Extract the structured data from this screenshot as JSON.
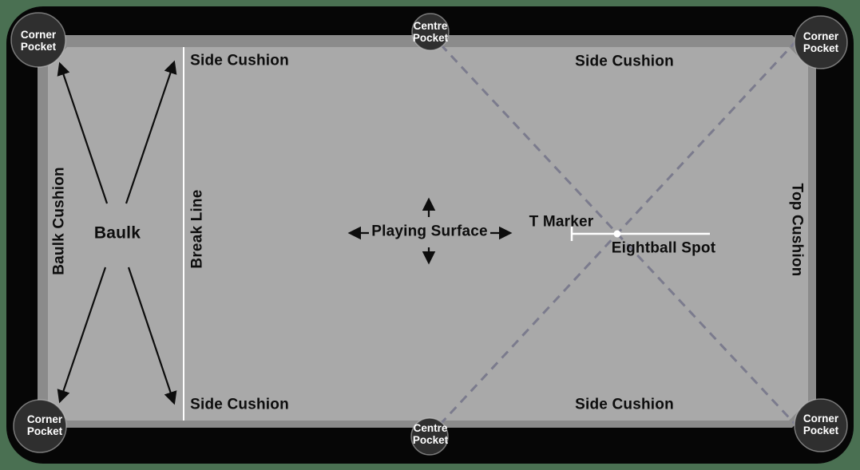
{
  "diagram": {
    "labels": {
      "corner_pocket": "Corner Pocket",
      "centre_pocket": "Centre Pocket",
      "side_cushion": "Side Cushion",
      "baulk_cushion": "Baulk Cushion",
      "top_cushion": "Top Cushion",
      "break_line": "Break Line",
      "baulk": "Baulk",
      "playing_surface": "Playing Surface",
      "t_marker": "T Marker",
      "eightball_spot": "Eightball Spot"
    },
    "colors": {
      "background_green": "#4a7052",
      "table_frame_black": "#060606",
      "cushion_strip_gray": "#8b8b8b",
      "playing_surface_gray": "#a9a9a9",
      "pocket_dark": "#2f2f2f",
      "diagonal_dashed": "#7b7b8d",
      "marker_white": "#ffffff",
      "label_text": "#0d0d0d"
    }
  }
}
